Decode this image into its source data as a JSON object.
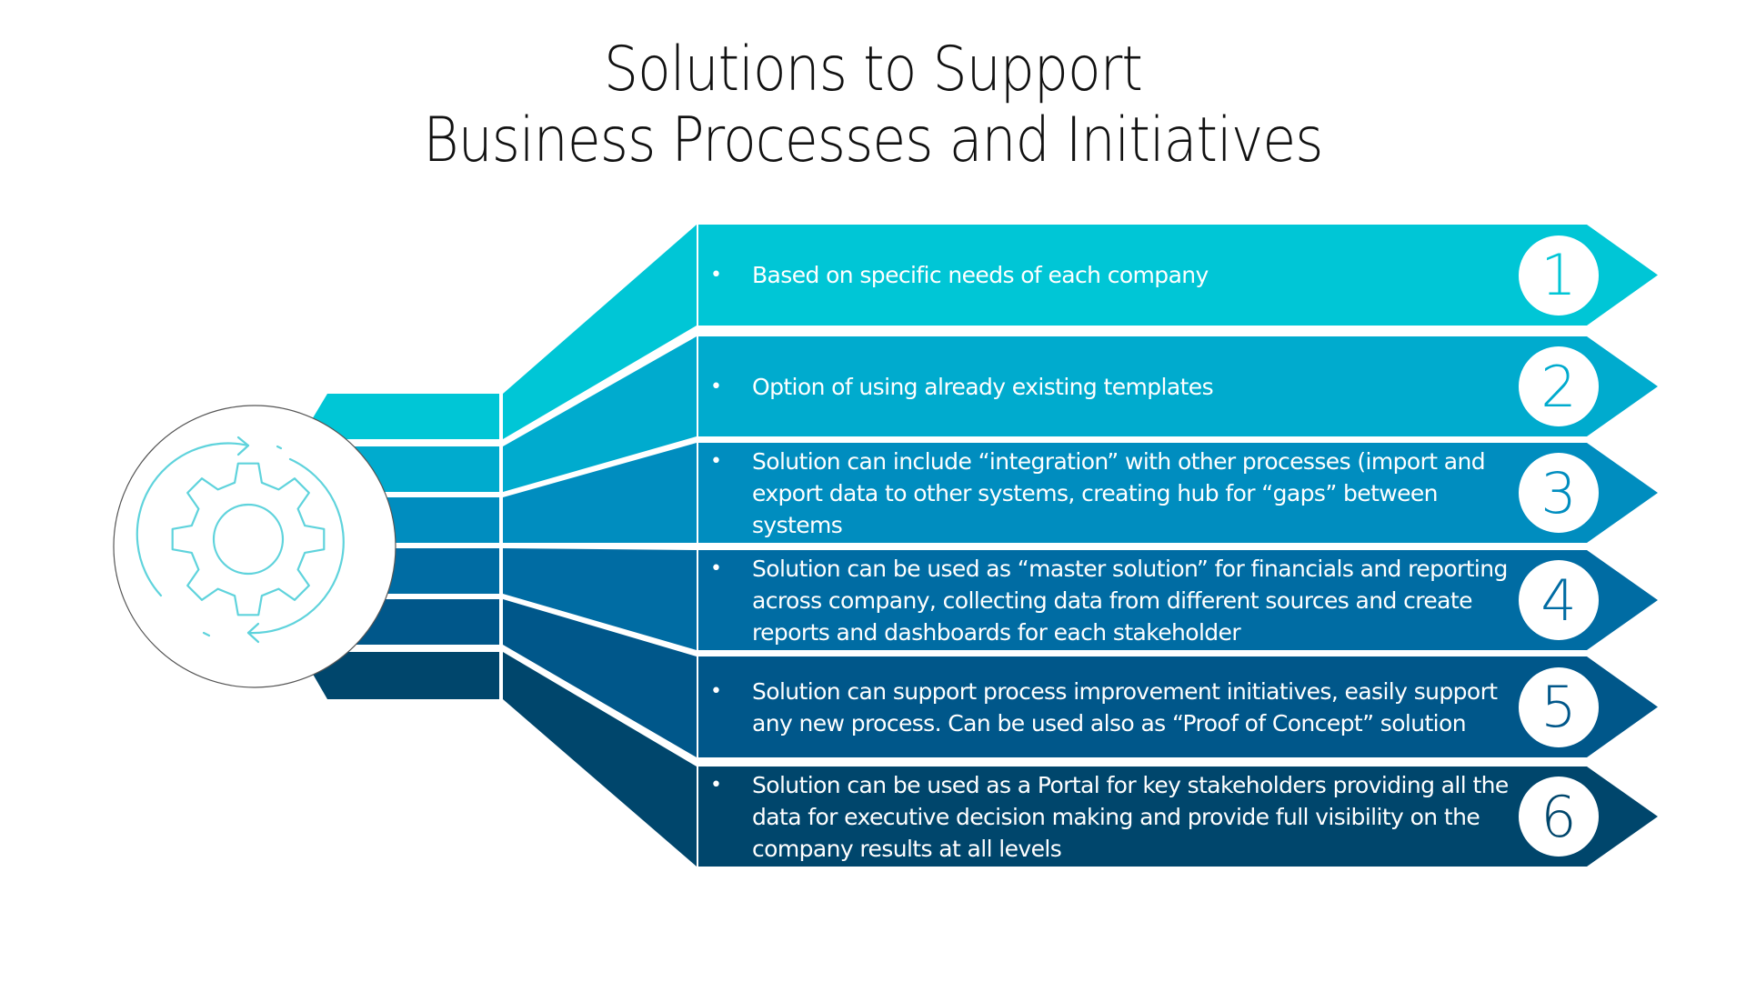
{
  "title": {
    "line1": "Solutions to Support",
    "line2": "Business Processes and Initiatives"
  },
  "icon": "gear-with-circular-arrows-icon",
  "colors": {
    "accent_icon": "#5FD3DC",
    "levels": [
      "#00C6D6",
      "#00ABCE",
      "#008DBF",
      "#006CA3",
      "#00578A",
      "#00466C"
    ]
  },
  "items": [
    {
      "number": "1",
      "bullet": "•",
      "text": "Based on specific needs of each company"
    },
    {
      "number": "2",
      "bullet": "•",
      "text": "Option of using already existing templates"
    },
    {
      "number": "3",
      "bullet": "•",
      "text": "Solution can include “integration” with other processes (import and export data to other systems, creating hub for “gaps” between systems"
    },
    {
      "number": "4",
      "bullet": "•",
      "text": "Solution can be used as “master solution” for financials and reporting across company, collecting data from different sources and create reports and dashboards for each stakeholder"
    },
    {
      "number": "5",
      "bullet": "•",
      "text": "Solution can support process improvement initiatives, easily support any new process. Can be used also as “Proof of Concept” solution"
    },
    {
      "number": "6",
      "bullet": "•",
      "text": "Solution can be used as a Portal for key stakeholders providing all the data for executive decision making and provide full visibility on the company results at all levels"
    }
  ]
}
